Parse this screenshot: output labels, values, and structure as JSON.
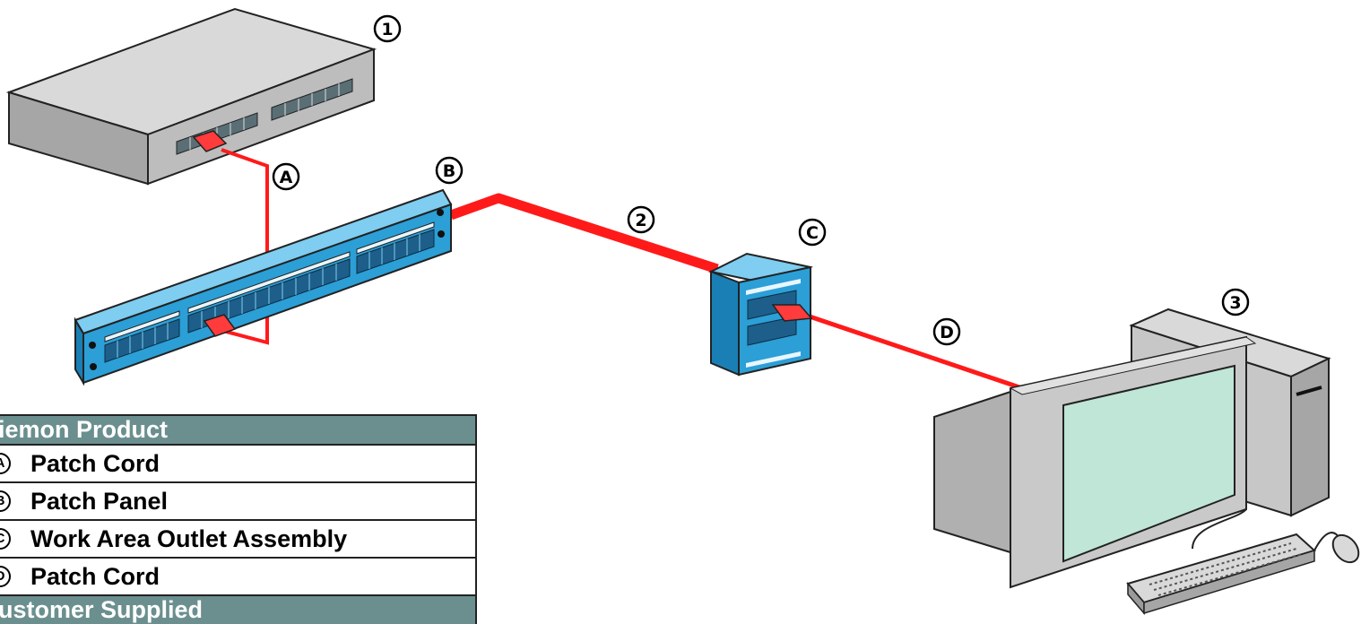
{
  "markers": {
    "switch": "1",
    "cable": "2",
    "computer": "3",
    "patch_cord_a": "A",
    "patch_panel": "B",
    "outlet": "C",
    "patch_cord_d": "D"
  },
  "legend": {
    "header_siemon": "iemon Product",
    "rows": [
      {
        "letter": "A",
        "label": "Patch Cord"
      },
      {
        "letter": "B",
        "label": "Patch Panel"
      },
      {
        "letter": "C",
        "label": "Work Area Outlet Assembly"
      },
      {
        "letter": "D",
        "label": "Patch Cord"
      }
    ],
    "header_customer": "ustomer Supplied"
  },
  "colors": {
    "cable": "#ff1a1a",
    "panel_blue": "#2b9fd6",
    "device_gray": "#b8b8b8",
    "screen": "#bfe6d6",
    "legend_header": "#6b8f8f"
  }
}
